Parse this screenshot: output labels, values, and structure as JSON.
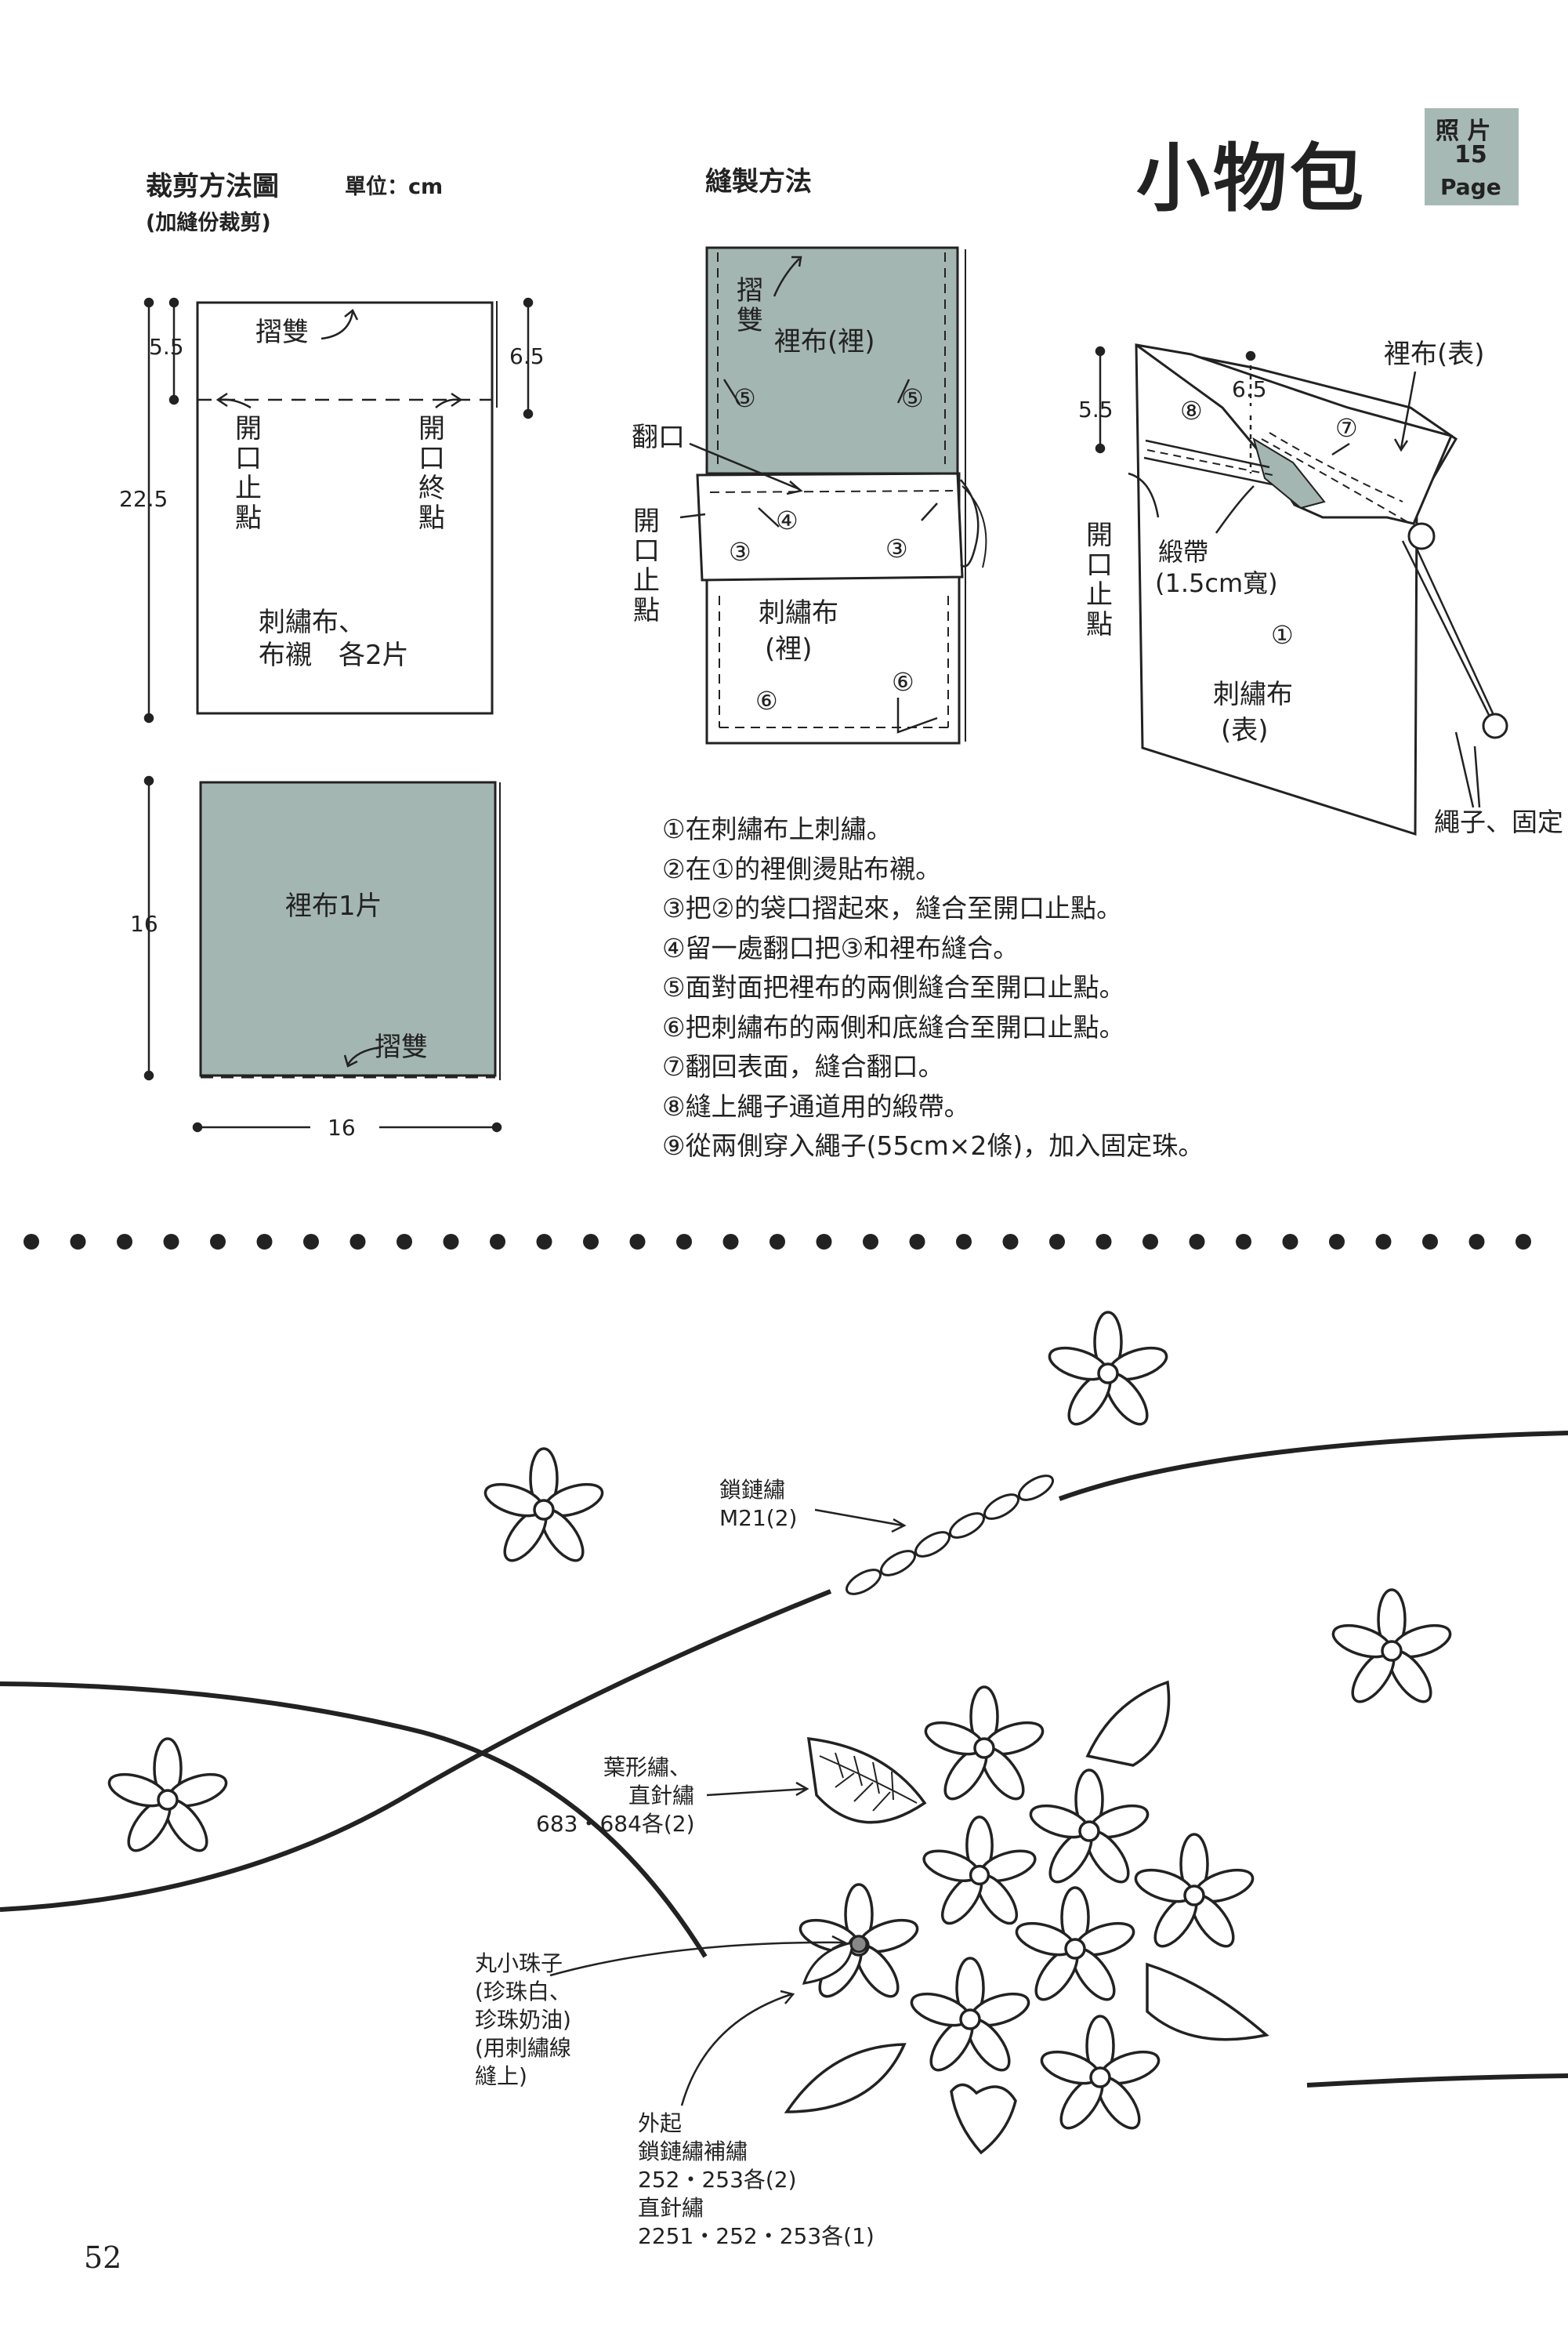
{
  "page": {
    "title": "小物包",
    "photo_badge": {
      "line1": "照 片",
      "number": "15",
      "page": "Page"
    },
    "page_number": "52"
  },
  "cutting": {
    "heading": "裁剪方法圖",
    "unit": "單位：cm",
    "note": "(加縫份裁剪)",
    "dim_5_5": "5.5",
    "dim_6_5": "6.5",
    "dim_22_5": "22.5",
    "dim_16_v": "16",
    "dim_16_h": "16",
    "fold_top": "摺雙",
    "opening_stop": "開口止點",
    "opening_end": "開口終點",
    "embroidery_line1": "刺繡布、",
    "embroidery_line2": "布襯　各2片",
    "lining_label": "裡布1片",
    "fold_bottom": "摺雙"
  },
  "sewing": {
    "heading": "縫製方法",
    "fold_label": "摺雙",
    "lining_inside": "裡布(裡)",
    "turn_opening": "翻口",
    "opening_stop": "開口止點",
    "embroidery_inside_1": "刺繡布",
    "embroidery_inside_2": "(裡)",
    "n3": "③",
    "n4": "④",
    "n5": "⑤",
    "n6": "⑥"
  },
  "finished": {
    "lining_outside": "裡布(表)",
    "dim_5_5": "5.5",
    "dim_6_5": "6.5",
    "n8": "⑧",
    "n7": "⑦",
    "n1": "①",
    "opening_stop": "開口止點",
    "ribbon_1": "緞帶",
    "ribbon_2": "(1.5cm寬)",
    "embroidery_outside_1": "刺繡布",
    "embroidery_outside_2": "(表)",
    "cord": "繩子、固定"
  },
  "steps": [
    "①在刺繡布上刺繡。",
    "②在①的裡側燙貼布襯。",
    "③把②的袋口摺起來，縫合至開口止點。",
    "④留一處翻口把③和裡布縫合。",
    "⑤面對面把裡布的兩側縫合至開口止點。",
    "⑥把刺繡布的兩側和底縫合至開口止點。",
    "⑦翻回表面，縫合翻口。",
    "⑧縫上繩子通道用的緞帶。",
    "⑨從兩側穿入繩子(55cm×2條)，加入固定珠。"
  ],
  "embroidery": {
    "chain_1": "鎖鏈繡",
    "chain_2": "M21(2)",
    "leaf_1": "葉形繡、",
    "leaf_2": "直針繡",
    "leaf_3": "683・684各(2)",
    "bead_1": "丸小珠子",
    "bead_2": "(珍珠白、",
    "bead_3": "珍珠奶油)",
    "bead_4": "(用刺繡線",
    "bead_5": "縫上)",
    "outer_1": "外起",
    "outer_2": "鎖鏈繡補繡",
    "outer_3": "252・253各(2)",
    "outer_4": "直針繡",
    "outer_5": "2251・252・253各(1)"
  },
  "colors": {
    "lining_fill": "#a4b6b1",
    "ink": "#222222"
  }
}
